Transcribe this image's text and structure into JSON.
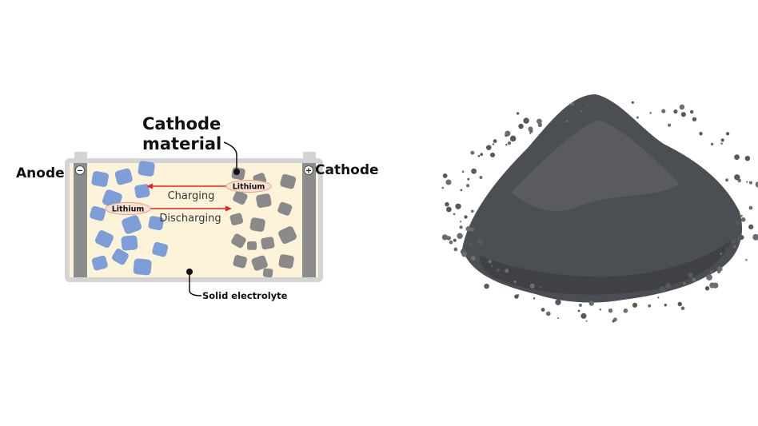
{
  "diagram": {
    "labels": {
      "cathode_material_line1": "Cathode",
      "cathode_material_line2": "material",
      "anode": "Anode",
      "cathode": "Cathode",
      "solid_electrolyte": "Solid electrolyte",
      "lithium_top": "Lithium",
      "lithium_bottom": "Lithium",
      "charging": "Charging",
      "discharging": "Discharging",
      "minus": "−",
      "plus": "+"
    },
    "colors": {
      "electrolyte": "#fdf3d8",
      "anode_particles": "#7d9ed8",
      "cathode_particles": "#8a8a8a",
      "arrow": "#e8231d",
      "powder": "#4b4e53"
    }
  }
}
